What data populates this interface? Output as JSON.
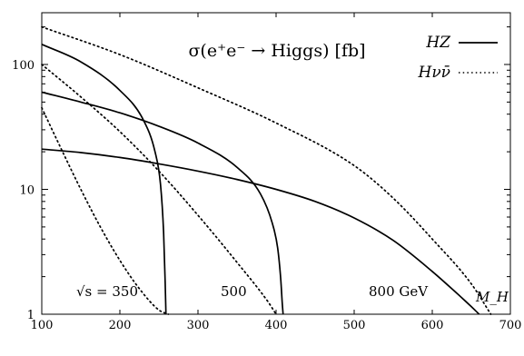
{
  "chart_data": {
    "type": "line",
    "title": "σ(e⁺e⁻ → Higgs) [fb]",
    "xlabel": "M_H",
    "ylabel": "",
    "xlim": [
      100,
      700
    ],
    "ylim": [
      1,
      250
    ],
    "yscale": "log",
    "grid": false,
    "legend_position": "top-right",
    "x_ticks": [
      100,
      200,
      300,
      400,
      500,
      600,
      700
    ],
    "y_ticks": [
      1,
      10,
      100
    ],
    "x_tick_labels": [
      "100",
      "200",
      "300",
      "400",
      "500",
      "600",
      "700"
    ],
    "y_tick_labels": [
      "1",
      "10",
      "100"
    ],
    "legend": [
      {
        "label": "HZ",
        "style": "solid"
      },
      {
        "label": "Hνν̄",
        "style": "dotted"
      }
    ],
    "annotations": [
      {
        "text": "√s = 350",
        "x": 130,
        "y": 1.6
      },
      {
        "text": "500",
        "x": 315,
        "y": 1.6
      },
      {
        "text": "800 GeV",
        "x": 525,
        "y": 1.6
      },
      {
        "text": "M_H",
        "x": 660,
        "y": 1.4
      }
    ],
    "series": [
      {
        "name": "HZ",
        "sqrt_s": 350,
        "style": "solid",
        "x": [
          100,
          150,
          200,
          230,
          245,
          252,
          256,
          258,
          259
        ],
        "y": [
          145,
          105,
          62,
          36,
          20,
          11,
          4.5,
          1.8,
          1
        ]
      },
      {
        "name": "HZ",
        "sqrt_s": 500,
        "style": "solid",
        "x": [
          100,
          150,
          200,
          250,
          300,
          350,
          380,
          395,
          402,
          406,
          408,
          409
        ],
        "y": [
          60,
          50,
          41,
          32,
          23.5,
          15,
          9.2,
          5.4,
          3.4,
          1.9,
          1.2,
          1
        ]
      },
      {
        "name": "HZ",
        "sqrt_s": 800,
        "style": "solid",
        "x": [
          100,
          150,
          200,
          250,
          300,
          350,
          400,
          450,
          500,
          550,
          600,
          630,
          650,
          660
        ],
        "y": [
          21,
          19.7,
          18,
          16,
          14,
          12,
          10,
          8,
          5.9,
          3.9,
          2.2,
          1.5,
          1.15,
          1
        ]
      },
      {
        "name": "Hνν̄",
        "sqrt_s": 350,
        "style": "dotted",
        "x": [
          100,
          125,
          150,
          175,
          200,
          225,
          250,
          262
        ],
        "y": [
          45,
          21,
          10,
          5,
          2.7,
          1.6,
          1.08,
          1
        ]
      },
      {
        "name": "Hνν̄",
        "sqrt_s": 500,
        "style": "dotted",
        "x": [
          100,
          150,
          200,
          250,
          300,
          350,
          390,
          400
        ],
        "y": [
          100,
          55,
          29,
          14,
          6.2,
          2.6,
          1.25,
          1
        ]
      },
      {
        "name": "Hνν̄",
        "sqrt_s": 800,
        "style": "dotted",
        "x": [
          100,
          200,
          300,
          400,
          500,
          550,
          600,
          650,
          675
        ],
        "y": [
          200,
          120,
          65,
          34,
          15.5,
          8.5,
          4,
          1.75,
          1
        ]
      }
    ]
  }
}
